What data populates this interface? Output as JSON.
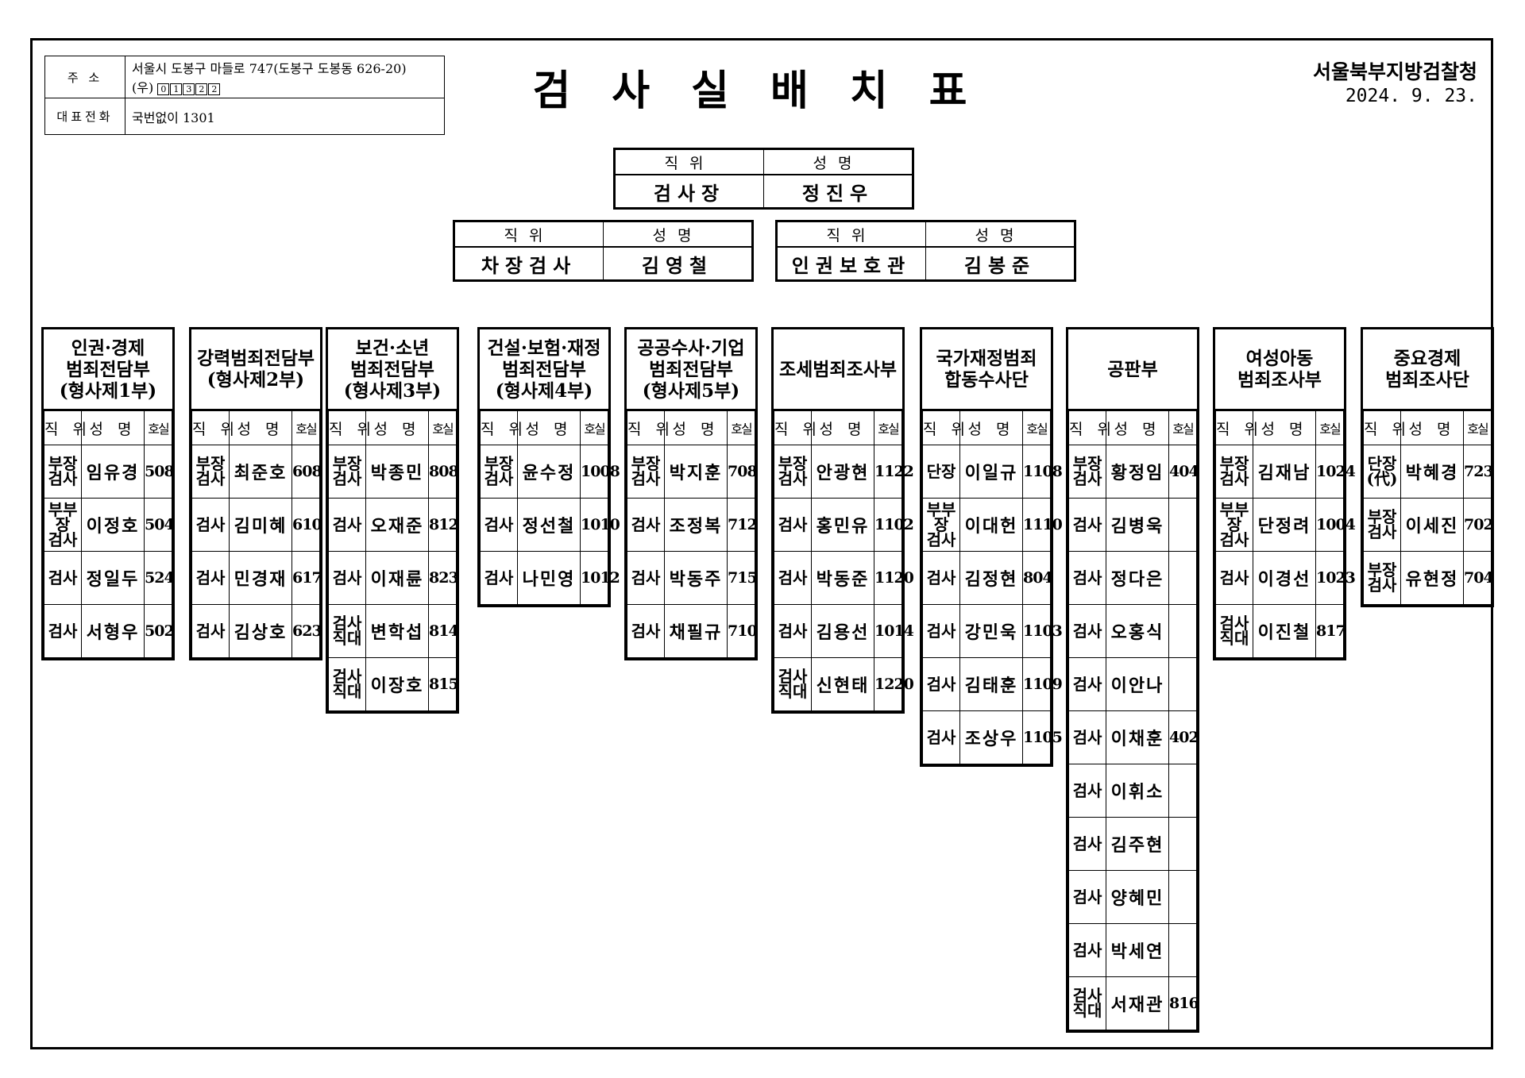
{
  "address": {
    "label": "주    소",
    "line1": "서울시 도봉구 마들로 747(도봉구 도봉동 626-20)",
    "postal_prefix": "(우)",
    "postal_digits": [
      "0",
      "1",
      "3",
      "2",
      "2"
    ],
    "phone_label": "대표전화",
    "phone_value": "국번없이 1301"
  },
  "title": "검사실배치표",
  "office": {
    "name": "서울북부지방검찰청",
    "date": "2024. 9. 23."
  },
  "officials": {
    "header_position": "직위",
    "header_name": "성명",
    "chief": {
      "position": "검사장",
      "name": "정진우"
    },
    "deputy": {
      "position": "차장검사",
      "name": "김영철"
    },
    "rights": {
      "position": "인권보호관",
      "name": "김봉준"
    }
  },
  "columns": {
    "position": "직 위",
    "name": "성 명",
    "room": "호실"
  },
  "departments": [
    {
      "title": "인권·경제\n범죄전담부\n(형사제1부)",
      "rows": [
        {
          "pos": "부장\n검사",
          "name": "임유경",
          "room": "508"
        },
        {
          "pos": "부부장\n검사",
          "name": "이정호",
          "room": "504"
        },
        {
          "pos": "검사",
          "name": "정일두",
          "room": "524"
        },
        {
          "pos": "검사",
          "name": "서형우",
          "room": "502"
        }
      ]
    },
    {
      "title": "강력범죄전담부\n(형사제2부)",
      "rows": [
        {
          "pos": "부장\n검사",
          "name": "최준호",
          "room": "608"
        },
        {
          "pos": "검사",
          "name": "김미혜",
          "room": "610"
        },
        {
          "pos": "검사",
          "name": "민경재",
          "room": "617"
        },
        {
          "pos": "검사",
          "name": "김상호",
          "room": "623"
        }
      ]
    },
    {
      "title": "보건·소년\n범죄전담부\n(형사제3부)",
      "rows": [
        {
          "pos": "부장\n검사",
          "name": "박종민",
          "room": "808"
        },
        {
          "pos": "검사",
          "name": "오재준",
          "room": "812"
        },
        {
          "pos": "검사",
          "name": "이재륜",
          "room": "823"
        },
        {
          "pos": "검사\n직대",
          "name": "변학섭",
          "room": "814"
        },
        {
          "pos": "검사\n직대",
          "name": "이장호",
          "room": "815"
        }
      ]
    },
    {
      "title": "건설·보험·재정\n범죄전담부\n(형사제4부)",
      "rows": [
        {
          "pos": "부장\n검사",
          "name": "윤수정",
          "room": "1008"
        },
        {
          "pos": "검사",
          "name": "정선철",
          "room": "1010"
        },
        {
          "pos": "검사",
          "name": "나민영",
          "room": "1012"
        }
      ]
    },
    {
      "title": "공공수사·기업\n범죄전담부\n(형사제5부)",
      "rows": [
        {
          "pos": "부장\n검사",
          "name": "박지훈",
          "room": "708"
        },
        {
          "pos": "검사",
          "name": "조정복",
          "room": "712"
        },
        {
          "pos": "검사",
          "name": "박동주",
          "room": "715"
        },
        {
          "pos": "검사",
          "name": "채필규",
          "room": "710"
        }
      ]
    },
    {
      "title": "조세범죄조사부",
      "rows": [
        {
          "pos": "부장\n검사",
          "name": "안광현",
          "room": "1122"
        },
        {
          "pos": "검사",
          "name": "홍민유",
          "room": "1102"
        },
        {
          "pos": "검사",
          "name": "박동준",
          "room": "1120"
        },
        {
          "pos": "검사",
          "name": "김용선",
          "room": "1014"
        },
        {
          "pos": "검사\n직대",
          "name": "신현태",
          "room": "1220"
        }
      ]
    },
    {
      "title": "국가재정범죄\n합동수사단",
      "rows": [
        {
          "pos": "단장",
          "name": "이일규",
          "room": "1108"
        },
        {
          "pos": "부부장\n검사",
          "name": "이대헌",
          "room": "1110"
        },
        {
          "pos": "검사",
          "name": "김정현",
          "room": "804"
        },
        {
          "pos": "검사",
          "name": "강민욱",
          "room": "1103"
        },
        {
          "pos": "검사",
          "name": "김태훈",
          "room": "1109"
        },
        {
          "pos": "검사",
          "name": "조상우",
          "room": "1105"
        }
      ]
    },
    {
      "title": "공판부",
      "rows": [
        {
          "pos": "부장\n검사",
          "name": "황정임",
          "room": "404"
        },
        {
          "pos": "검사",
          "name": "김병욱",
          "room": ""
        },
        {
          "pos": "검사",
          "name": "정다은",
          "room": ""
        },
        {
          "pos": "검사",
          "name": "오홍식",
          "room": ""
        },
        {
          "pos": "검사",
          "name": "이안나",
          "room": ""
        },
        {
          "pos": "검사",
          "name": "이채훈",
          "room": "402"
        },
        {
          "pos": "검사",
          "name": "이휘소",
          "room": ""
        },
        {
          "pos": "검사",
          "name": "김주현",
          "room": ""
        },
        {
          "pos": "검사",
          "name": "양혜민",
          "room": ""
        },
        {
          "pos": "검사",
          "name": "박세연",
          "room": ""
        },
        {
          "pos": "검사\n직대",
          "name": "서재관",
          "room": "816"
        }
      ]
    },
    {
      "title": "여성아동\n범죄조사부",
      "rows": [
        {
          "pos": "부장\n검사",
          "name": "김재남",
          "room": "1024"
        },
        {
          "pos": "부부장\n검사",
          "name": "단정려",
          "room": "1004"
        },
        {
          "pos": "검사",
          "name": "이경선",
          "room": "1023"
        },
        {
          "pos": "검사\n직대",
          "name": "이진철",
          "room": "817"
        }
      ]
    },
    {
      "title": "중요경제\n범죄조사단",
      "rows": [
        {
          "pos": "단장\n(代)",
          "name": "박혜경",
          "room": "723"
        },
        {
          "pos": "부장\n검사",
          "name": "이세진",
          "room": "702"
        },
        {
          "pos": "부장\n검사",
          "name": "유현정",
          "room": "704"
        }
      ]
    }
  ]
}
